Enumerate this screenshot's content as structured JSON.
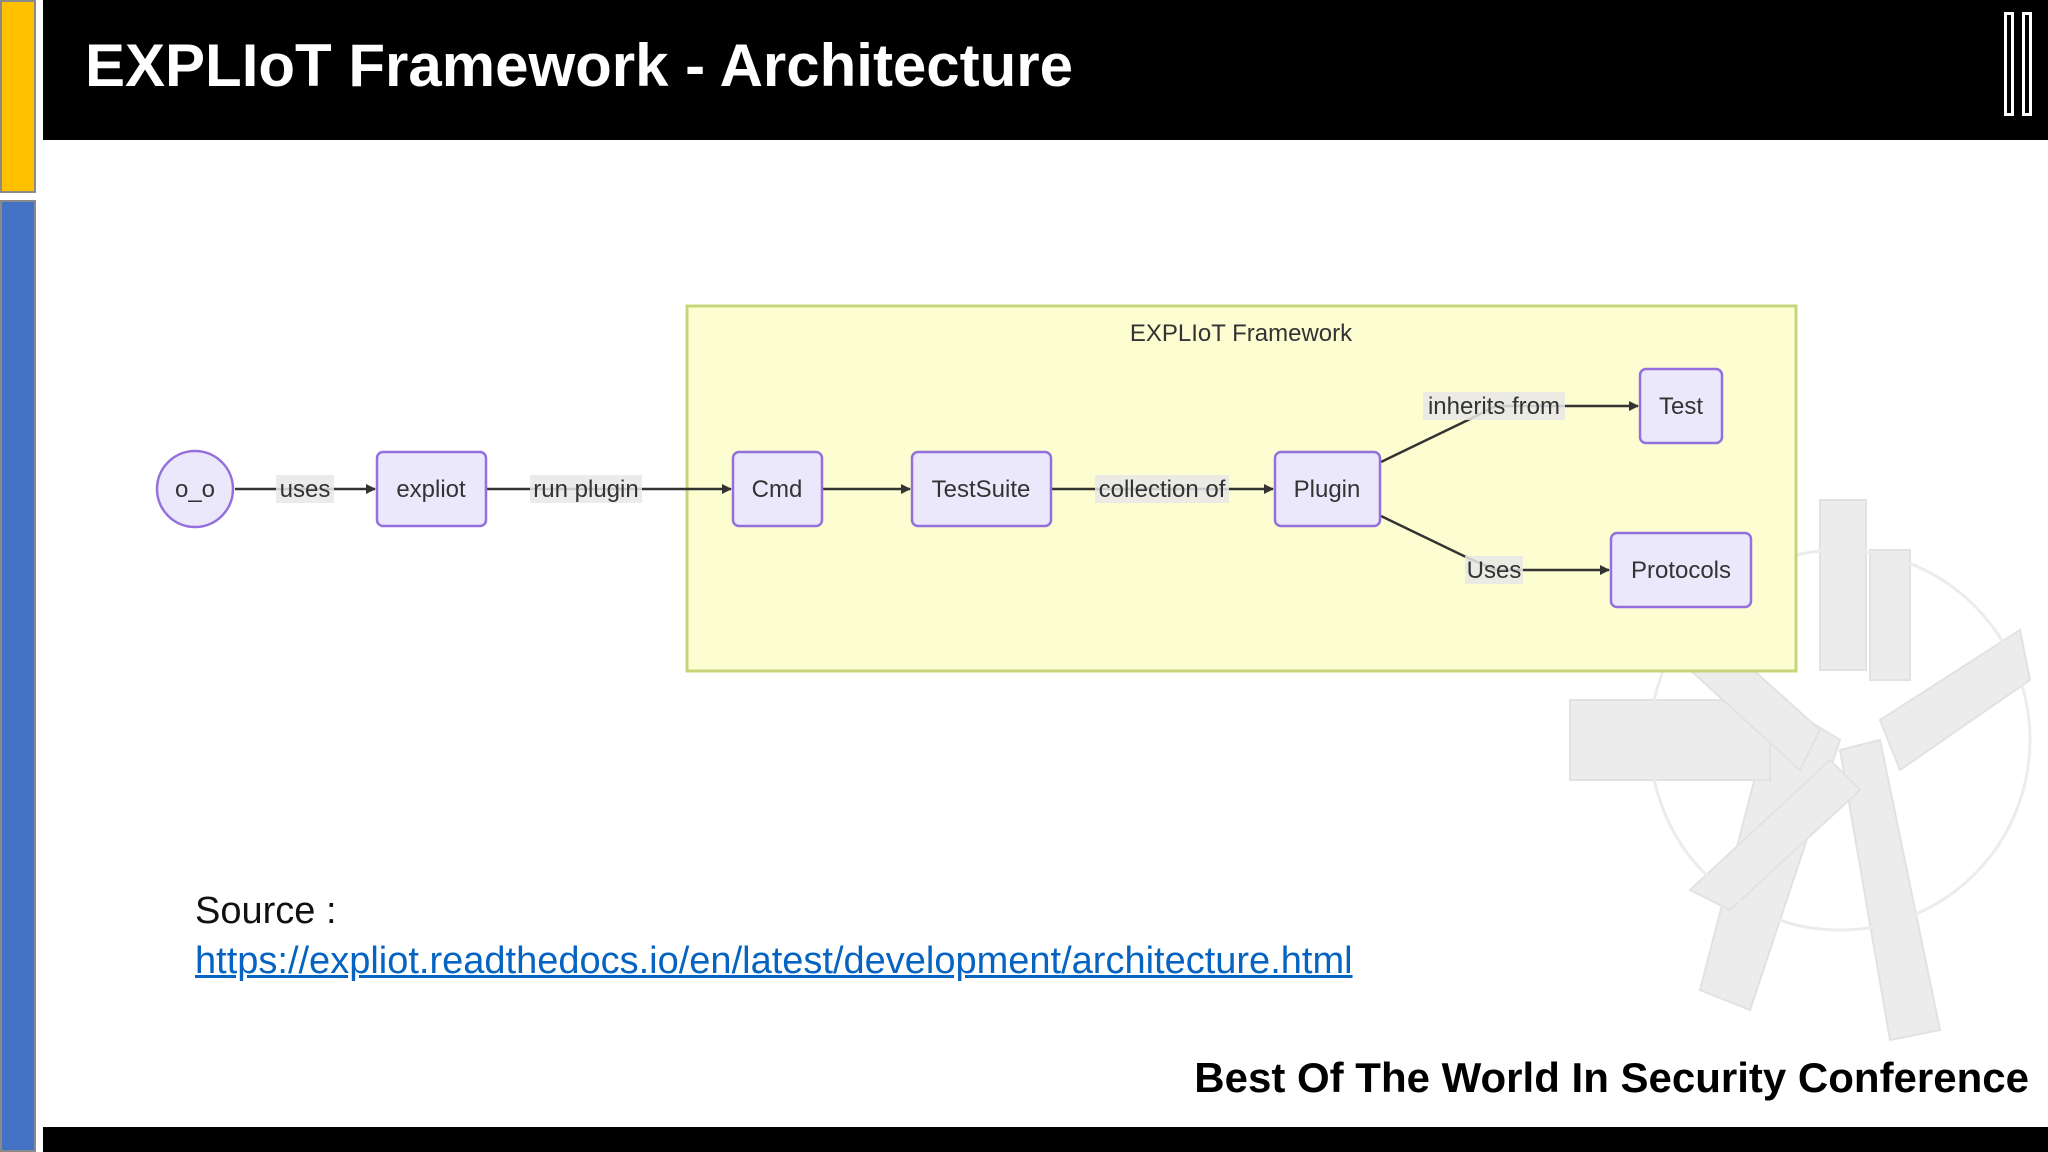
{
  "slide": {
    "title": "EXPLIoT Framework - Architecture",
    "conference": "Best Of The World In Security Conference",
    "colors": {
      "yellow_accent": "#ffc000",
      "blue_accent": "#4472c4",
      "header": "#000000",
      "link": "#0563c1"
    }
  },
  "diagram": {
    "group_label": "EXPLIoT Framework",
    "nodes": {
      "user": "o_o",
      "expliot": "expliot",
      "cmd": "Cmd",
      "testsuite": "TestSuite",
      "plugin": "Plugin",
      "test": "Test",
      "protocols": "Protocols"
    },
    "edges": {
      "uses": "uses",
      "run_plugin": "run plugin",
      "collection_of": "collection of",
      "inherits_from": "inherits from",
      "uses_protocols": "Uses"
    },
    "colors": {
      "node_fill": "#ece8fc",
      "node_stroke": "#9370db",
      "group_fill": "#fdfdd2",
      "group_stroke": "#c7d47a",
      "edge": "#333333"
    }
  },
  "source": {
    "label": "Source :",
    "url": "https://expliot.readthedocs.io/en/latest/development/architecture.html"
  }
}
